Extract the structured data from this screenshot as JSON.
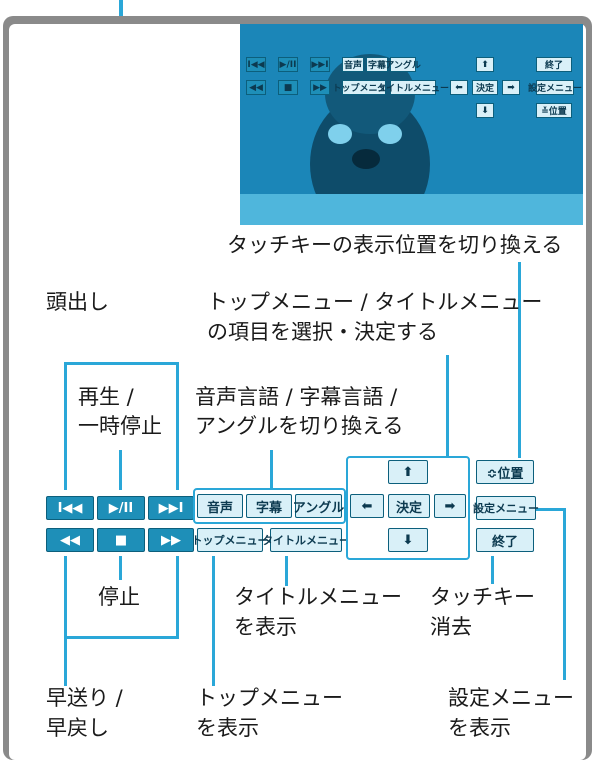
{
  "labels": {
    "position_switch": "タッチキーの表示位置を切り換える",
    "chapter": "頭出し",
    "topmenu_select": "トップメニュー / タイトルメニュー",
    "topmenu_select2": "の項目を選択・決定する",
    "play_pause1": "再生 /",
    "play_pause2": "一時停止",
    "audio_sub1": "音声言語 / 字幕言語 /",
    "audio_sub2": "アングルを切り換える",
    "stop": "停止",
    "title_menu1": "タイトルメニュー",
    "title_menu2": "を表示",
    "touch_erase1": "タッチキー",
    "touch_erase2": "消去",
    "ff_rew1": "早送り /",
    "ff_rew2": "早戻し",
    "top_menu1": "トップメニュー",
    "top_menu2": "を表示",
    "settings_menu1": "設定メニュー",
    "settings_menu2": "を表示"
  },
  "buttons": {
    "prev": "I◀◀",
    "playpause": "▶/II",
    "next": "▶▶I",
    "rewind": "◀◀",
    "stop": "■",
    "ffwd": "▶▶",
    "audio": "音声",
    "subtitle": "字幕",
    "angle": "アングル",
    "top_menu": "トップメニュー",
    "title_menu": "タイトルメニュー",
    "up": "⬆",
    "left": "⬅",
    "enter": "決定",
    "right": "➡",
    "down": "⬇",
    "position": "≎位置",
    "settings_menu": "設定メニュー",
    "end": "終了",
    "position_down": "≚位置"
  },
  "colors": {
    "accent": "#2aa7d8",
    "button_dark": "#1e8fb8",
    "button_light": "#d9f0f8"
  }
}
